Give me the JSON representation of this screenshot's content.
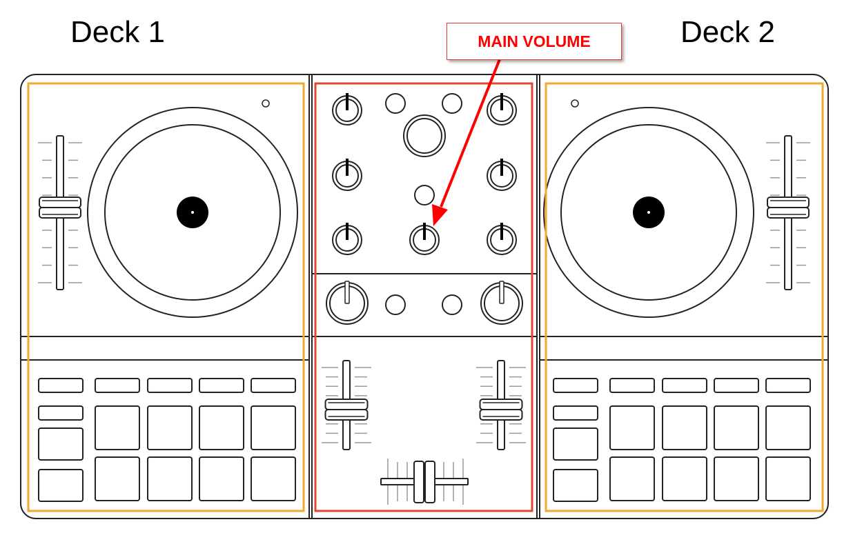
{
  "labels": {
    "deck1": "Deck 1",
    "deck2": "Deck 2",
    "callout": "MAIN VOLUME"
  },
  "colors": {
    "deck_highlight": "#f0a92a",
    "mixer_highlight": "#e4452f",
    "callout": "#ff0000"
  }
}
